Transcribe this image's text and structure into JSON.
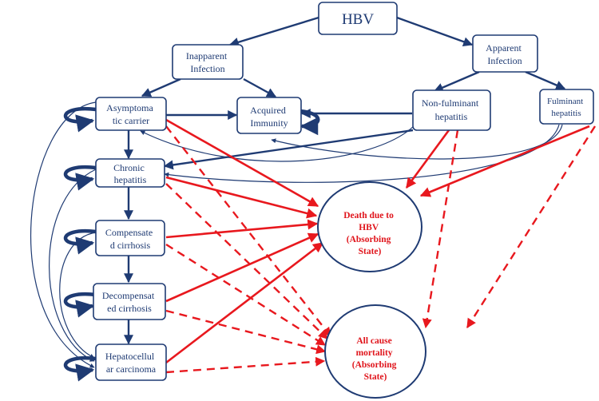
{
  "colors": {
    "node_border": "#1f3b73",
    "node_text": "#1f3b73",
    "transition_arrow": "#1f3b73",
    "death_arrow": "#e8181e",
    "state_text": "#e0141b",
    "background": "#ffffff"
  },
  "nodes": {
    "hbv": [
      "HBV"
    ],
    "inapparent": [
      "Inapparent",
      "Infection"
    ],
    "apparent": [
      "Apparent",
      "Infection"
    ],
    "asymptomatic": [
      "Asymptoma",
      "tic carrier"
    ],
    "acquired": [
      "Acquired",
      "Immunity"
    ],
    "nonfulminant": [
      "Non-fulminant",
      "hepatitis"
    ],
    "fulminant": [
      "Fulminant",
      "hepatitis"
    ],
    "chronic": [
      "Chronic",
      "hepatitis"
    ],
    "compensated": [
      "Compensate",
      "d cirrhosis"
    ],
    "decompensated": [
      "Decompensat",
      "ed cirrhosis"
    ],
    "hcc": [
      "Hepatocellul",
      "ar carcinoma"
    ]
  },
  "absorbing_states": {
    "death_hbv": [
      "Death due to",
      "HBV",
      "(Absorbing",
      "State)"
    ],
    "all_cause": [
      "All cause",
      "mortality",
      "(Absorbing",
      "State)"
    ]
  },
  "legend_semantics": {
    "solid_red": "transition to Death due to HBV",
    "dashed_red": "transition to All cause mortality",
    "navy": "transition between health states"
  }
}
